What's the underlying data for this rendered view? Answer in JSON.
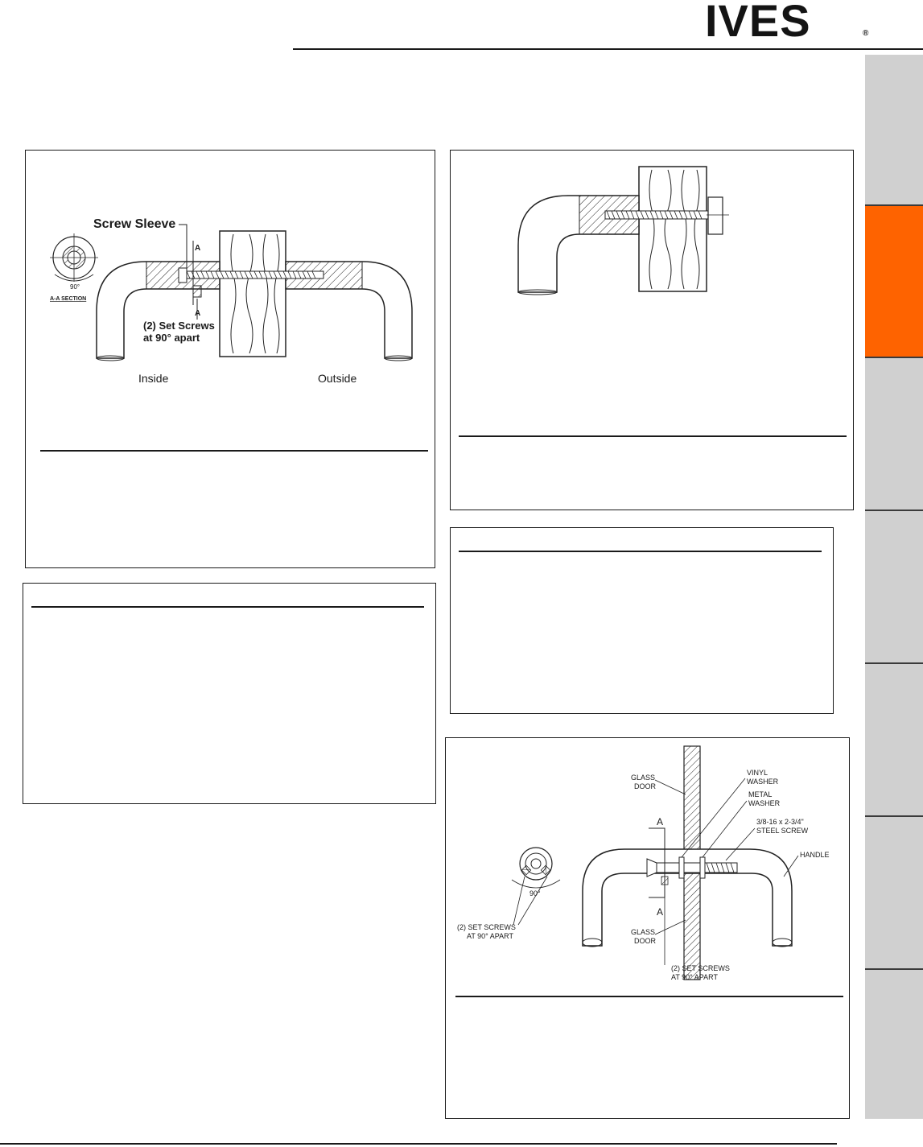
{
  "header": {
    "brand": "IVES",
    "registered": "®"
  },
  "figure_1": {
    "screw_sleeve": "Screw Sleeve",
    "section_mark_top": "A",
    "section_mark_bottom": "A",
    "angle": "90°",
    "section_title": "A-A SECTION",
    "set_screws_line1": "(2) Set Screws",
    "set_screws_line2": "at 90° apart",
    "inside": "Inside",
    "outside": "Outside"
  },
  "figure_3": {
    "glass_door_top_1": "GLASS",
    "glass_door_top_2": "DOOR",
    "vinyl_washer_1": "VINYL",
    "vinyl_washer_2": "WASHER",
    "metal_washer_1": "METAL",
    "metal_washer_2": "WASHER",
    "screw_1": "3/8-16 x 2-3/4\"",
    "screw_2": "STEEL SCREW",
    "handle": "HANDLE",
    "section_mark_top": "A",
    "section_mark_bottom": "A",
    "angle": "90°",
    "set_screws_left_1": "(2) SET SCREWS",
    "set_screws_left_2": "AT 90° APART",
    "glass_door_bottom_1": "GLASS",
    "glass_door_bottom_2": "DOOR",
    "set_screws_bottom_1": "(2) SET SCREWS",
    "set_screws_bottom_2": "AT 90° APART"
  }
}
